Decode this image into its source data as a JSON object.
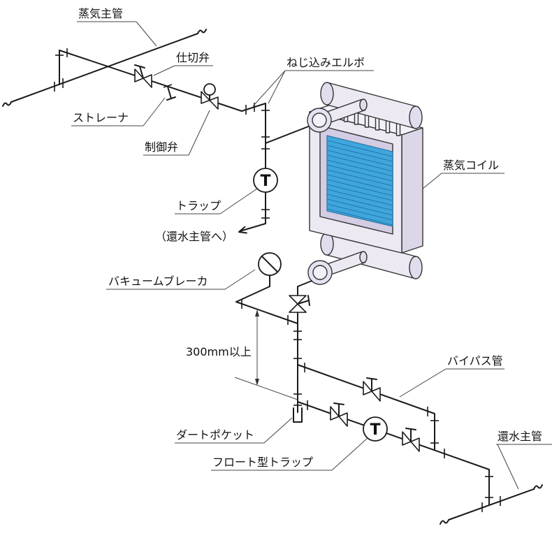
{
  "labels": {
    "steam_main": "蒸気主管",
    "gate_valve": "仕切弁",
    "screwed_elbow": "ねじ込みエルボ",
    "strainer": "ストレーナ",
    "control_valve": "制御弁",
    "steam_coil": "蒸気コイル",
    "trap": "トラップ",
    "to_return_main": "（還水主管へ）",
    "vacuum_breaker": "バキュームブレーカ",
    "dimension": "300mm以上",
    "bypass_pipe": "バイパス管",
    "dirt_pocket": "ダートポケット",
    "float_trap": "フロート型トラップ",
    "return_main": "還水主管"
  },
  "symbols": {
    "trap_mark": "T"
  },
  "colors": {
    "line": "#1a1a1a",
    "coil_frame": "#ece9f3",
    "coil_frame_side": "#dcd6e8",
    "coil_fins": "#3fa6dd"
  }
}
